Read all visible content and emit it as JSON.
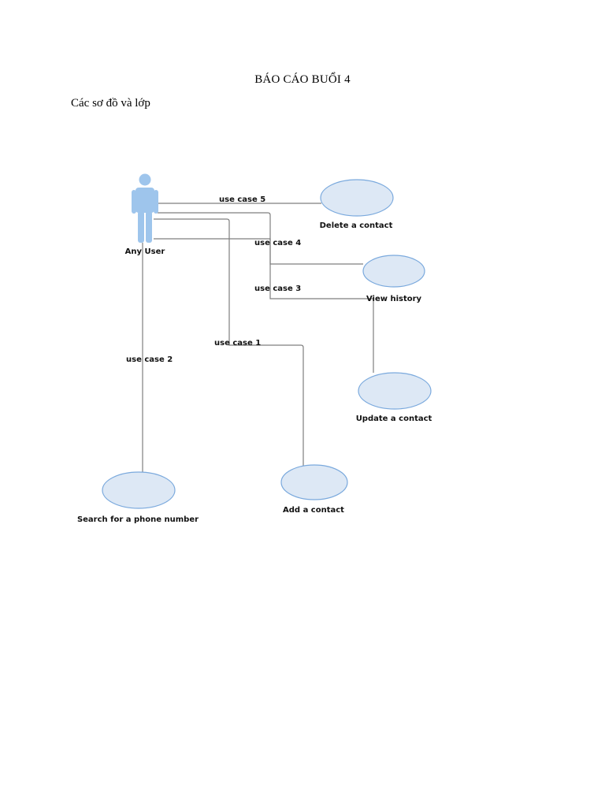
{
  "document": {
    "title": "BÁO CÁO BUỔI 4",
    "subtitle": "Các sơ đồ và lớp"
  },
  "diagram": {
    "actor": {
      "label": "Any User",
      "icon": "user-actor-icon"
    },
    "use_cases": [
      {
        "id": "delete",
        "label": "Delete a contact"
      },
      {
        "id": "history",
        "label": "View history"
      },
      {
        "id": "update",
        "label": "Update a contact"
      },
      {
        "id": "add",
        "label": "Add a contact"
      },
      {
        "id": "search",
        "label": "Search for a phone number"
      }
    ],
    "edges": [
      {
        "label": "use case 5",
        "to": "delete"
      },
      {
        "label": "use case 4",
        "to": "history"
      },
      {
        "label": "use case 3",
        "to": "update"
      },
      {
        "label": "use case 1",
        "to": "add"
      },
      {
        "label": "use case 2",
        "to": "search"
      }
    ],
    "colors": {
      "usecase_fill": "#dde8f5",
      "usecase_stroke": "#7aa9dd",
      "actor": "#9ec5ec",
      "connector": "#7f7f7f"
    }
  }
}
